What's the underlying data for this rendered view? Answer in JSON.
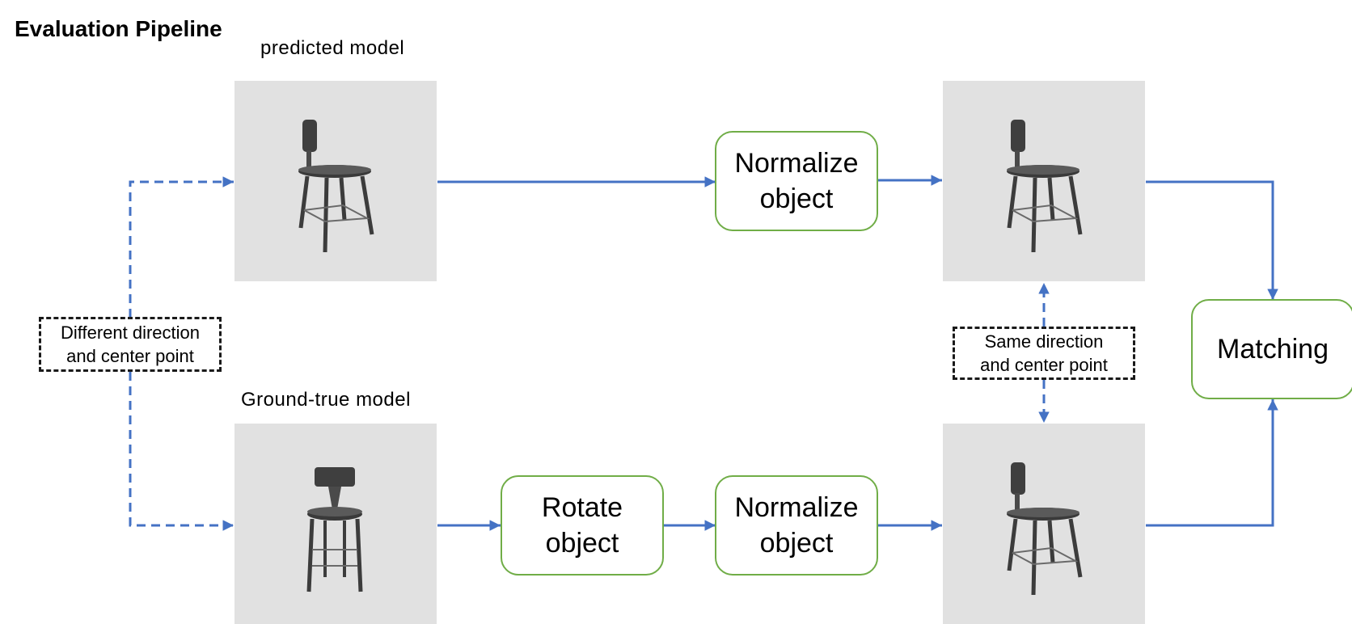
{
  "title": "Evaluation Pipeline",
  "labels": {
    "predicted": "predicted model",
    "ground_truth": "Ground-true model"
  },
  "steps": {
    "normalize_top": [
      "Normalize",
      "object"
    ],
    "rotate": [
      "Rotate",
      "object"
    ],
    "normalize_bottom": [
      "Normalize",
      "object"
    ],
    "matching": "Matching"
  },
  "notes": {
    "different": [
      "Different direction",
      "and center point"
    ],
    "same": [
      "Same direction",
      "and center point"
    ]
  },
  "colors": {
    "arrow": "#4472c4",
    "process_border": "#70ad47",
    "panel_background": "#e1e1e1",
    "note_border": "#1a1a1a"
  },
  "icons": {
    "model_view": "bar-stool-icon"
  }
}
